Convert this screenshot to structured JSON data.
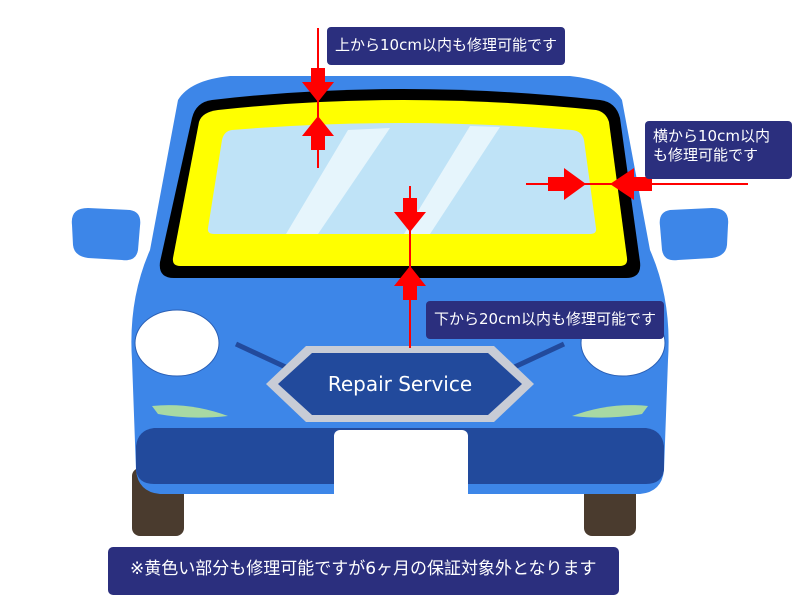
{
  "colors": {
    "car_body": "#3d86e8",
    "car_body_dark": "#2a5fb5",
    "bumper": "#224a9c",
    "windshield_border": "#000000",
    "repair_zone": "#ffff00",
    "glass": "#bfe3f7",
    "glass_highlight": "#e6f5fc",
    "arrow": "#ff0000",
    "label_bg": "#2b2f7e",
    "label_text": "#ffffff",
    "tire": "#4a3b2e",
    "fog_light": "#a8d9a3"
  },
  "badge": {
    "text": "Repair Service"
  },
  "labels": {
    "top": "上から10cm以内も修理可能です",
    "side_line1": "横から10cm以内",
    "side_line2": "も修理可能です",
    "bottom": "下から20cm以内も修理可能です"
  },
  "note": {
    "text": "※黄色い部分も修理可能ですが6ヶ月の保証対象外となります"
  },
  "icons": {
    "arrow": "arrow-icon",
    "car": "car-illustration"
  }
}
